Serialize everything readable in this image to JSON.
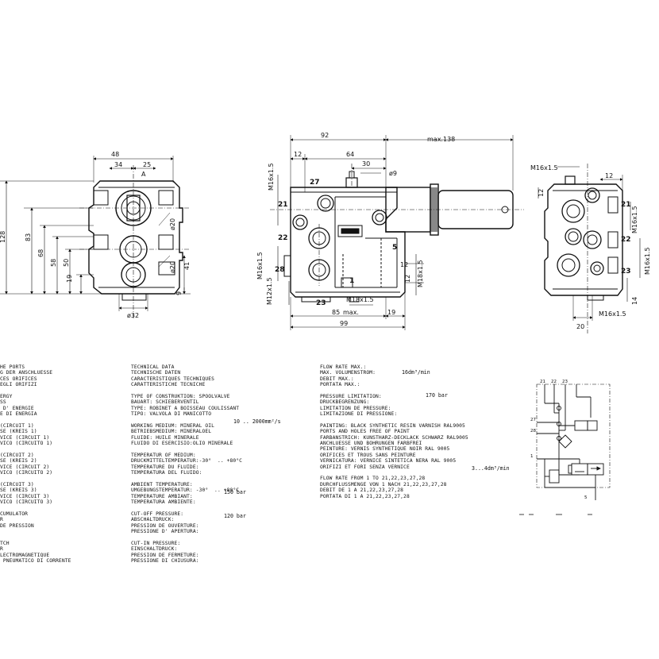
{
  "views": {
    "side": {
      "dims": [
        "48",
        "34",
        "25",
        "128",
        "83",
        "68",
        "58",
        "50",
        "19",
        "9",
        "41",
        "ø20",
        "ø20",
        "ø32"
      ],
      "markers": [
        "A",
        "A"
      ]
    },
    "front": {
      "dims": [
        "92",
        "max.138",
        "12",
        "64",
        "30",
        "ø9",
        "M16x1.5",
        "5",
        "12",
        "M18x1.5",
        "12",
        "M16x1.5",
        "M12x1.5",
        "85",
        "max.",
        "19",
        "99",
        "M18x1.5"
      ],
      "ports": [
        "27",
        "21",
        "22",
        "28",
        "23",
        "1",
        "5"
      ]
    },
    "rear": {
      "dims": [
        "M16x1.5",
        "12",
        "12",
        "M16x1.5",
        "M16x1.5",
        "M16x1.5",
        "20",
        "14"
      ],
      "ports": [
        "21",
        "22",
        "23"
      ]
    }
  },
  "text_left": [
    "HE PORTS",
    "G DER ANSCHLUESSE",
    "CES ORIFICES",
    "EGLI ORIFIZI",
    "",
    "ERGY",
    "SS",
    " D' ENERGIE",
    "E DI ENERGIA",
    "",
    "(CIRCUIT 1)",
    "SE (KREIS 1)",
    "VICE (CIRCUIT 1)",
    "VICO (CIRCUITO 1)",
    "",
    "(CIRCUIT 2)",
    "SE (KREIS 2)",
    "VICE (CIRCUIT 2)",
    "VICO (CIRCUITO 2)",
    "",
    "(CIRCUIT 3)",
    "SE (KREIS 3)",
    "VICE (CIRCUIT 3)",
    "VICO (CIRCUITO 3)",
    "",
    "CUMULATOR",
    "R",
    "DE PRESSION",
    "",
    "",
    "TCH",
    "R",
    "LECTROMAGNETIQUE",
    " PNEUMATICO DI CORRENTE"
  ],
  "text_mid": [
    "TECHNICAL DATA",
    "TECHNISCHE DATEN",
    "CARACTERISTIQUES TECHNIQUES",
    "CARATTERISTICHE TECNICHE",
    "",
    "TYPE OF CONSTRUKTION: SPOOLVALVE",
    "BAUART: SCHIEBERVENTIL",
    "TYPE: ROBINET A BOISSEAU COULISSANT",
    "TIPO: VALVOLA DI MANICOTTO",
    "",
    "WORKING MEDIUM: MINERAL OIL",
    "BETRIEBSMEDIUM: MINERALOEL",
    "FLUIDE: HUILE MINERALE",
    "FLUIDO DI ESERCISIO:OLIO MINERALE",
    "",
    "TEMPERATUR OF MEDIUM:",
    "DRUCKMITTELTEMPERATUR:-30°  .. +80°C",
    "TEMPERATURE DU FLUIDE:",
    "TEMPERATURA DEL FLUIDO:",
    "",
    "AMBIENT TEMPERATURE:",
    "UMGEBUNGSTEMPERATUR: -30°  .. +80°C",
    "TEMPERATURE AMBIANT:",
    "TEMPERATURA AMBIENTE:",
    "",
    "CUT-OFF PRESSURE:",
    "ABSCHALTDRUCK:",
    "PRESSION DE OUVERTURE:",
    "PRESSIONE D' APERTURA:",
    "",
    "CUT-IN PRESSURE:",
    "EINSCHALTDRUCK:",
    "PRESSION DE FERMETURE:",
    "PRESSIONE DI CHIUSURA:"
  ],
  "text_right": [
    "FLOW RATE MAX.:",
    "MAX. VOLUMENSTROM:",
    "DEBIT MAX.:",
    "PORTATA MAX.:",
    "",
    "PRESSURE LIMITATION:",
    "DRUCKBEGRENZUNG:",
    "LIMITATION DE PRESSURE:",
    "LIMITAZIONE DI PRESSIONE:",
    "",
    "PAINTING: BLACK SYNTHETIC RESIN VARNISH RAL9005",
    "PORTS AND HOLES FREE OF PAINT",
    "FARBANSTRICH: KUNSTHARZ-DECKLACK SCHWARZ RAL9005",
    "ANCHLUESSE UND BOHRUNGEN FARBFREI",
    "PEINTURE: VERNIS SYNTHETIQUE NOIR RAL 9005",
    "ORIFICES ET TROUS SANS PEINTURE",
    "VERNICATURA: VERNICE SINTETICA NERA RAL 9005",
    "ORIFIZI ET FORI SENZA VERNICE",
    "",
    "FLOW RATE FROM 1 TO 21,22,23,27,28",
    "DURCHFLUSSMENGE VON 1 NACH 21,22,23,27,28",
    "DEBIT DE 1 A 21,22,23,27,28",
    "PORTATA DI 1 A 21,22,23,27,28"
  ],
  "values": {
    "viscosity": "10 .. 2000mm²/s",
    "cutoff": "150 bar",
    "cutin": "120 bar",
    "flow_max": "16dm³/min",
    "pressure_limit": "170 bar",
    "flow_rate": "3...4dm³/min"
  },
  "schematic_ports": [
    "21",
    "22",
    "23",
    "27",
    "28",
    "1",
    "5"
  ]
}
